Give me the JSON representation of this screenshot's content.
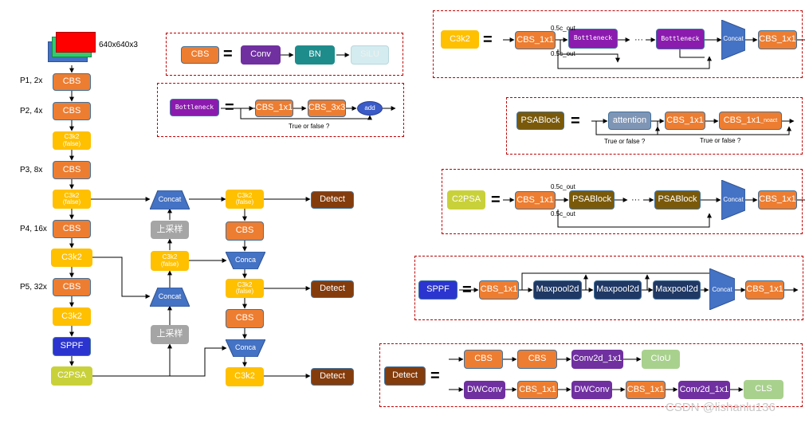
{
  "input_size": "640x640x3",
  "scales": {
    "p1": "P1, 2x",
    "p2": "P2, 4x",
    "p3": "P3, 8x",
    "p4": "P4, 16x",
    "p5": "P5, 32x"
  },
  "labels": {
    "cbs": "CBS",
    "c3k2": "C3k2",
    "false": "(false)",
    "sppf": "SPPF",
    "c2psa": "C2PSA",
    "concat": "Concat",
    "conca": "Conca",
    "upsample": "上采样",
    "detect": "Detect",
    "conv": "Conv",
    "bn": "BN",
    "silu": "SiLU",
    "bottleneck": "Bottleneck",
    "cbs_1x1": "CBS_1x1",
    "cbs_3x3": "CBS_3x3",
    "add": "add",
    "true_or_false": "True or false ?",
    "half_out": "0.5c_out",
    "ellipsis": "···",
    "psablock": "PSABlock",
    "attention": "attention",
    "cbs_1x1_noact_main": "CBS_1x1",
    "cbs_1x1_noact_sub": "_noact",
    "maxpool": "Maxpool2d",
    "conv2d_1x1": "Conv2d_1x1",
    "ciou": "CIoU",
    "dwconv": "DWConv",
    "cls": "CLS",
    "equals": "="
  },
  "watermark": "CSDN @lishanlu136"
}
